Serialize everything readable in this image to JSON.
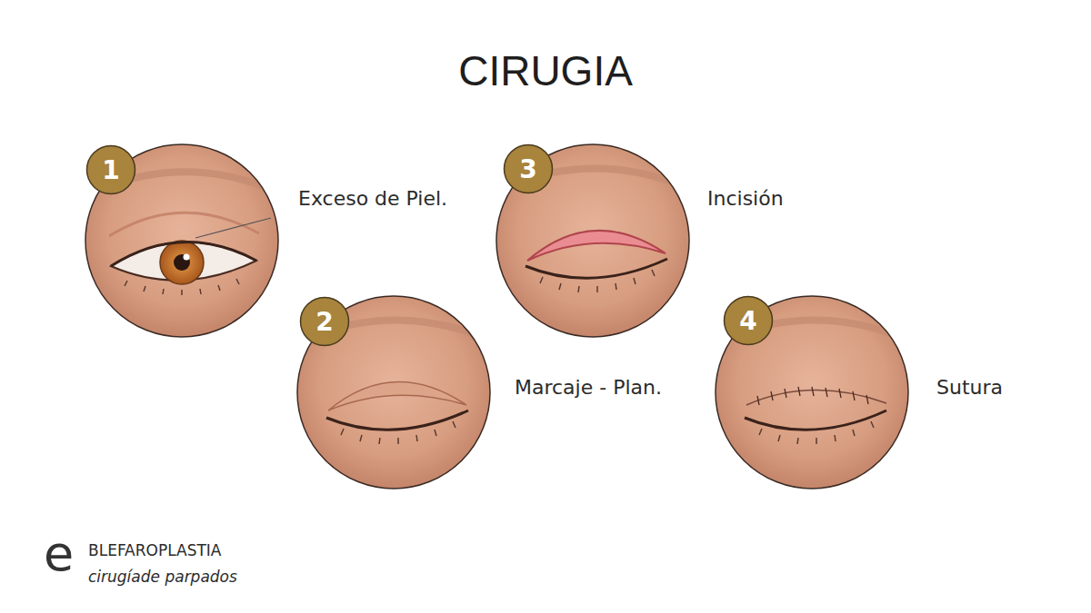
{
  "diagram": {
    "title": "CIRUGIA",
    "nodes": [
      {
        "text": [
          "1"
        ]
      },
      {
        "text": [
          "2"
        ]
      },
      {
        "text": [
          "3"
        ]
      },
      {
        "text": [
          "4"
        ]
      }
    ],
    "labels": [
      "Exceso de Piel.",
      "Incisión",
      "Marcaje - Plan.",
      "Sutura",
      "e",
      "BLEFAROPLASTIA",
      "cirugíade parpados"
    ]
  }
}
